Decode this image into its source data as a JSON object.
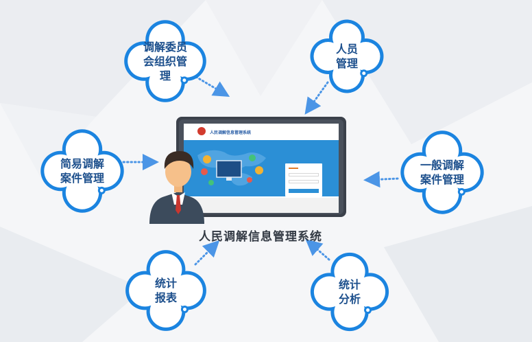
{
  "diagram_title": "人民调解信息管理系统",
  "screen_title": "人民调解信息管理系统",
  "modules": [
    {
      "id": "committee",
      "label": "调解委员\n会组织管\n理"
    },
    {
      "id": "personnel",
      "label": "人员\n管理"
    },
    {
      "id": "simple-case",
      "label": "简易调解\n案件管理"
    },
    {
      "id": "general-case",
      "label": "一般调解\n案件管理"
    },
    {
      "id": "report",
      "label": "统计\n报表"
    },
    {
      "id": "analysis",
      "label": "统计\n分析"
    }
  ],
  "colors": {
    "petal_stroke": "#1b84e0",
    "petal_fill": "#ffffff",
    "label": "#1c4f8c",
    "arrow": "#4b95e6",
    "monitor_bezel": "#3b414b",
    "screen_main": "#2b8fd6"
  }
}
